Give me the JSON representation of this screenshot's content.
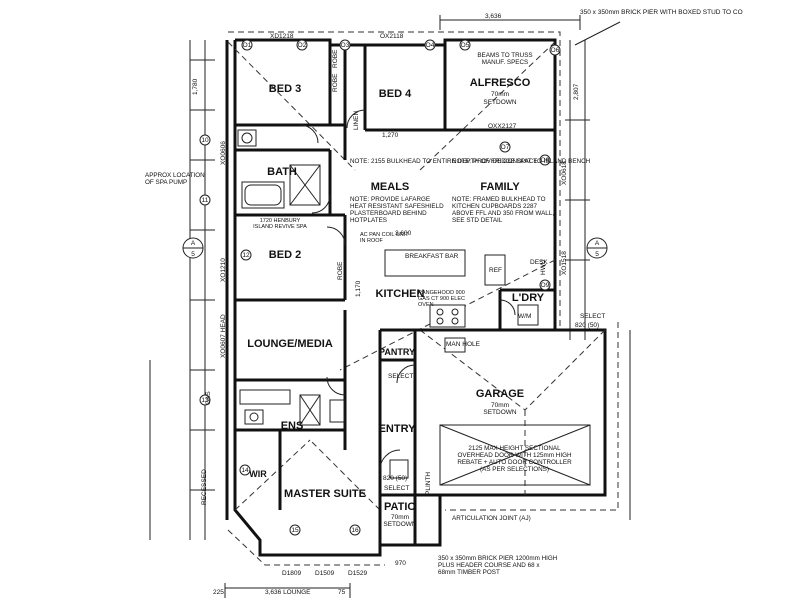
{
  "rooms": {
    "bed3": "BED 3",
    "bed4": "BED 4",
    "alfresco": "ALFRESCO",
    "bath": "BATH",
    "meals": "MEALS",
    "family": "FAMILY",
    "bed2": "BED 2",
    "kitchen": "KITCHEN",
    "ldry": "L'DRY",
    "lounge": "LOUNGE/MEDIA",
    "pantry": "PANTRY",
    "garage": "GARAGE",
    "ens": "ENS",
    "entry": "ENTRY",
    "wir": "WIR",
    "master": "MASTER SUITE",
    "patio": "PATIO",
    "robe1": "ROBE",
    "robe2": "ROBE",
    "robe3": "ROBE",
    "linen": "LINEN",
    "ref": "REF",
    "wm": "W/M"
  },
  "setdowns": {
    "alfresco": "70mm",
    "alfresco_sd": "SETDOWN",
    "garage": "70mm",
    "garage_sd": "SETDOWN",
    "patio": "70mm",
    "patio_sd": "SETDOWN"
  },
  "notes": {
    "bulkhead": "NOTE: 2155 BULKHEAD TO ENTIRE DEPTH OF FRIDGE SPACE",
    "conduit": "NOTE: PROVIDE CONDUIT TO ISLAND BENCH",
    "lafarge": "NOTE: PROVIDE LAFARGE HEAT RESISTANT SAFESHIELD PLASTERBOARD BEHIND HOTPLATES",
    "framed": "NOTE: FRAMED BULKHEAD TO KITCHEN CUPBOARDS 2287 ABOVE FFL AND 350 FROM WALL, SEE STD DETAIL",
    "beams": "BEAMS TO TRUSS MANUF. SPECS",
    "brickpier_top": "350 x 350mm BRICK PIER WITH BOXED STUD TO CO",
    "spa": "APPROX LOCATION OF SPA PUMP",
    "garage_door": "2125 MAX HEIGHT SECTIONAL OVERHEAD DOOR WITH 125mm HIGH REBATE + AUTO DOOR CONTROLLER (AS PER SELECTIONS)",
    "articulation": "ARTICULATION JOINT (AJ)",
    "brickpier_bottom": "350 x 350mm BRICK PIER 1200mm HIGH PLUS HEADER COURSE AND 68 x 68mm TIMBER POST",
    "bench": "1720 HENBURY ISLAND REVIVE SPA",
    "breakfast": "BREAKFAST BAR",
    "acpan": "AC PAN COIL UNIT IN ROOF",
    "rangehood": "RANGEHOOD 900 GAS CT 900 ELEC OVEN",
    "manhole": "MAN HOLE",
    "plinth": "PLINTH",
    "select1": "SELECT",
    "select2": "SELECT",
    "select3": "SELECT",
    "hwu": "HWU",
    "desk": "DESK",
    "gas": "GAS",
    "recessed": "RECESSED"
  },
  "openings": {
    "top1": "XD1218",
    "top2": "OX2118",
    "top3": "OXX2127",
    "left1": "XO0606",
    "left2": "XO1210",
    "left3": "XO0607 HEAD",
    "right1": "XO0618",
    "right2": "XO1518",
    "bottom1": "D1809",
    "bottom2": "D1509",
    "bottom3": "D1529"
  },
  "dims": {
    "top_left": "3,636",
    "bottom_lounge": "3,636 LOUNGE",
    "bottom_left": "225",
    "bottom_mid": "75",
    "d1": "1,780",
    "d2": "2,807",
    "d3": "970",
    "d4": "3,600",
    "d5": "820 (50)",
    "d6": "820 (50)",
    "d7": "1,270",
    "d8": "1,170"
  },
  "sections": {
    "left": "A",
    "left_num": "5",
    "right": "A",
    "right_num": "5"
  },
  "windows": {
    "w1": "O1",
    "w2": "O2",
    "w3": "O3",
    "w4": "O4",
    "w5": "O5",
    "w6": "O6",
    "w7": "O7",
    "w8": "O8",
    "w9": "O9",
    "w10": "10",
    "w11": "11",
    "w12": "12",
    "w13": "13",
    "w14": "14",
    "w15": "15",
    "w16": "16"
  }
}
